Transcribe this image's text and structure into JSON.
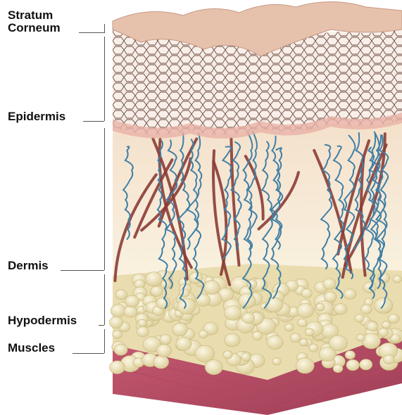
{
  "labels": {
    "stratum_line1": "Stratum",
    "stratum_line2": "Corneum",
    "epidermis": "Epidermis",
    "dermis": "Dermis",
    "hypodermis": "Hypodermis",
    "muscles": "Muscles"
  },
  "colors": {
    "skin_surface": "#e8c3ad",
    "epidermis_cells": "#f4e6de",
    "cell_lines": "#6b4a40",
    "dermis": "#f8efd9",
    "blood_vessel": "#8b3c35",
    "nerve": "#3f7fa6",
    "fat": "#eadfb5",
    "muscle": "#c1566d",
    "leader_line": "#555555"
  },
  "icons": [
    "skin-cross-section-illustration"
  ]
}
